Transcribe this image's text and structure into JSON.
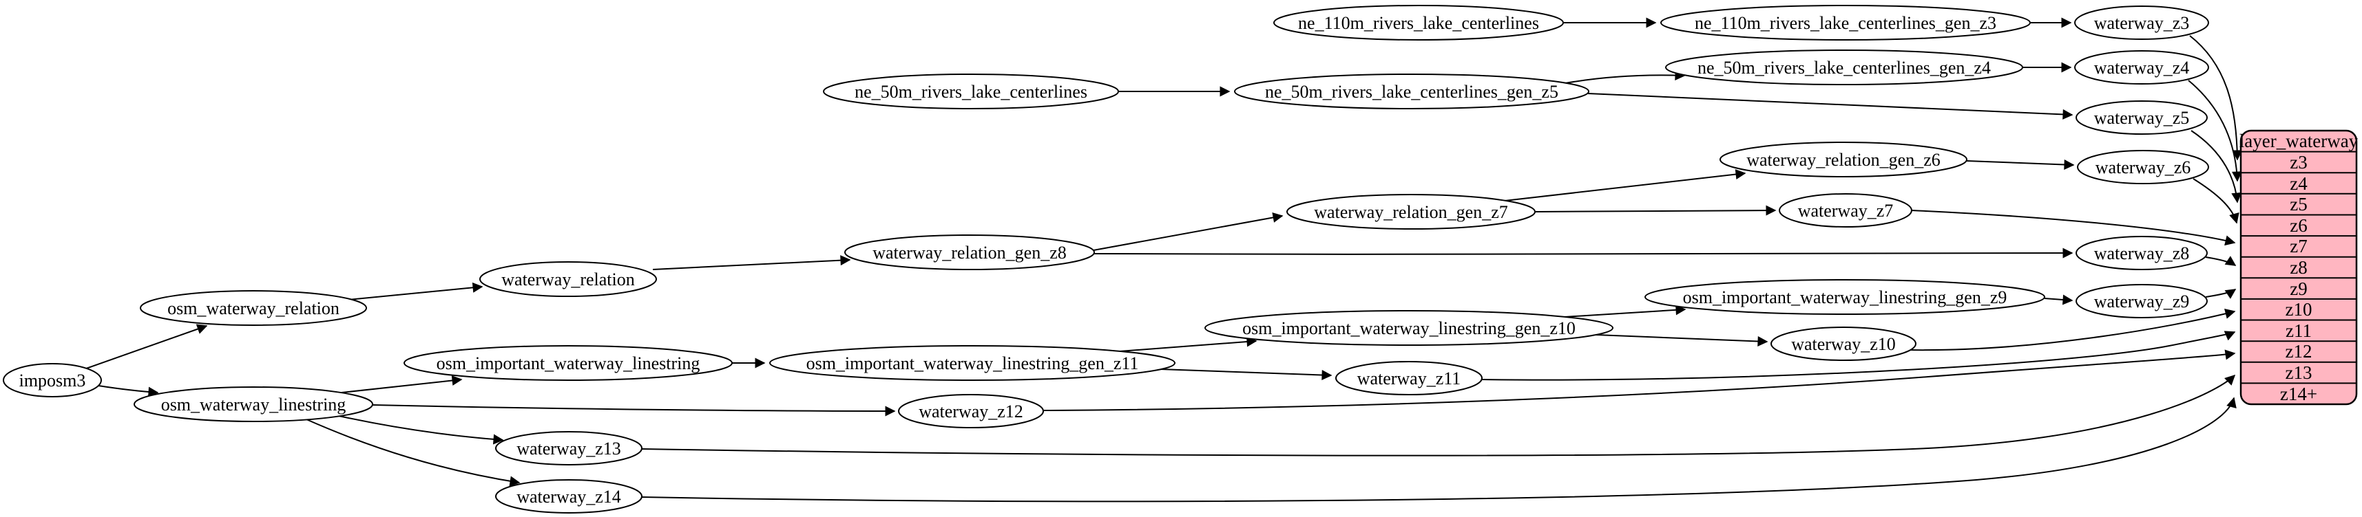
{
  "diagram": {
    "kind": "etl-dependency-graph",
    "background_color": "#ffffff",
    "node_fill": "#ffffff",
    "node_stroke": "#000000",
    "edge_color": "#000000",
    "text_color": "#000000",
    "table_fill": "#ffb6c1",
    "table_stroke": "#000000",
    "nodes": {
      "imposm3": "imposm3",
      "osm_waterway_relation": "osm_waterway_relation",
      "osm_waterway_linestring": "osm_waterway_linestring",
      "waterway_relation": "waterway_relation",
      "osm_important_waterway_linestring": "osm_important_waterway_linestring",
      "waterway_relation_gen_z8": "waterway_relation_gen_z8",
      "waterway_relation_gen_z7": "waterway_relation_gen_z7",
      "waterway_relation_gen_z6": "waterway_relation_gen_z6",
      "osm_important_waterway_linestring_gen_z11": "osm_important_waterway_linestring_gen_z11",
      "osm_important_waterway_linestring_gen_z10": "osm_important_waterway_linestring_gen_z10",
      "osm_important_waterway_linestring_gen_z9": "osm_important_waterway_linestring_gen_z9",
      "ne_110m_rivers_lake_centerlines": "ne_110m_rivers_lake_centerlines",
      "ne_110m_rivers_lake_centerlines_gen_z3": "ne_110m_rivers_lake_centerlines_gen_z3",
      "ne_50m_rivers_lake_centerlines": "ne_50m_rivers_lake_centerlines",
      "ne_50m_rivers_lake_centerlines_gen_z5": "ne_50m_rivers_lake_centerlines_gen_z5",
      "ne_50m_rivers_lake_centerlines_gen_z4": "ne_50m_rivers_lake_centerlines_gen_z4",
      "waterway_z3": "waterway_z3",
      "waterway_z4": "waterway_z4",
      "waterway_z5": "waterway_z5",
      "waterway_z6": "waterway_z6",
      "waterway_z7": "waterway_z7",
      "waterway_z8": "waterway_z8",
      "waterway_z9": "waterway_z9",
      "waterway_z10": "waterway_z10",
      "waterway_z11": "waterway_z11",
      "waterway_z12": "waterway_z12",
      "waterway_z13": "waterway_z13",
      "waterway_z14": "waterway_z14"
    },
    "edges": [
      {
        "from": "imposm3",
        "to": "osm_waterway_relation"
      },
      {
        "from": "imposm3",
        "to": "osm_waterway_linestring"
      },
      {
        "from": "osm_waterway_relation",
        "to": "waterway_relation"
      },
      {
        "from": "osm_waterway_linestring",
        "to": "osm_important_waterway_linestring"
      },
      {
        "from": "osm_waterway_linestring",
        "to": "waterway_z12"
      },
      {
        "from": "osm_waterway_linestring",
        "to": "waterway_z13"
      },
      {
        "from": "osm_waterway_linestring",
        "to": "waterway_z14"
      },
      {
        "from": "waterway_relation",
        "to": "waterway_relation_gen_z8"
      },
      {
        "from": "waterway_relation_gen_z8",
        "to": "waterway_relation_gen_z7"
      },
      {
        "from": "waterway_relation_gen_z8",
        "to": "waterway_z8"
      },
      {
        "from": "waterway_relation_gen_z7",
        "to": "waterway_relation_gen_z6"
      },
      {
        "from": "waterway_relation_gen_z7",
        "to": "waterway_z7"
      },
      {
        "from": "waterway_relation_gen_z6",
        "to": "waterway_z6"
      },
      {
        "from": "osm_important_waterway_linestring",
        "to": "osm_important_waterway_linestring_gen_z11"
      },
      {
        "from": "osm_important_waterway_linestring_gen_z11",
        "to": "osm_important_waterway_linestring_gen_z10"
      },
      {
        "from": "osm_important_waterway_linestring_gen_z11",
        "to": "waterway_z11"
      },
      {
        "from": "osm_important_waterway_linestring_gen_z10",
        "to": "osm_important_waterway_linestring_gen_z9"
      },
      {
        "from": "osm_important_waterway_linestring_gen_z10",
        "to": "waterway_z10"
      },
      {
        "from": "osm_important_waterway_linestring_gen_z9",
        "to": "waterway_z9"
      },
      {
        "from": "ne_110m_rivers_lake_centerlines",
        "to": "ne_110m_rivers_lake_centerlines_gen_z3"
      },
      {
        "from": "ne_110m_rivers_lake_centerlines_gen_z3",
        "to": "waterway_z3"
      },
      {
        "from": "ne_50m_rivers_lake_centerlines",
        "to": "ne_50m_rivers_lake_centerlines_gen_z5"
      },
      {
        "from": "ne_50m_rivers_lake_centerlines_gen_z5",
        "to": "ne_50m_rivers_lake_centerlines_gen_z4"
      },
      {
        "from": "ne_50m_rivers_lake_centerlines_gen_z5",
        "to": "waterway_z5"
      },
      {
        "from": "ne_50m_rivers_lake_centerlines_gen_z4",
        "to": "waterway_z4"
      },
      {
        "from": "waterway_z3",
        "to": "layer_waterway.z3"
      },
      {
        "from": "waterway_z4",
        "to": "layer_waterway.z4"
      },
      {
        "from": "waterway_z5",
        "to": "layer_waterway.z5"
      },
      {
        "from": "waterway_z6",
        "to": "layer_waterway.z6"
      },
      {
        "from": "waterway_z7",
        "to": "layer_waterway.z7"
      },
      {
        "from": "waterway_z8",
        "to": "layer_waterway.z8"
      },
      {
        "from": "waterway_z9",
        "to": "layer_waterway.z9"
      },
      {
        "from": "waterway_z10",
        "to": "layer_waterway.z10"
      },
      {
        "from": "waterway_z11",
        "to": "layer_waterway.z11"
      },
      {
        "from": "waterway_z12",
        "to": "layer_waterway.z12"
      },
      {
        "from": "waterway_z13",
        "to": "layer_waterway.z13"
      },
      {
        "from": "waterway_z14",
        "to": "layer_waterway.z14+"
      }
    ],
    "table": {
      "title": "layer_waterway",
      "rows": [
        "z3",
        "z4",
        "z5",
        "z6",
        "z7",
        "z8",
        "z9",
        "z10",
        "z11",
        "z12",
        "z13",
        "z14+"
      ]
    }
  }
}
